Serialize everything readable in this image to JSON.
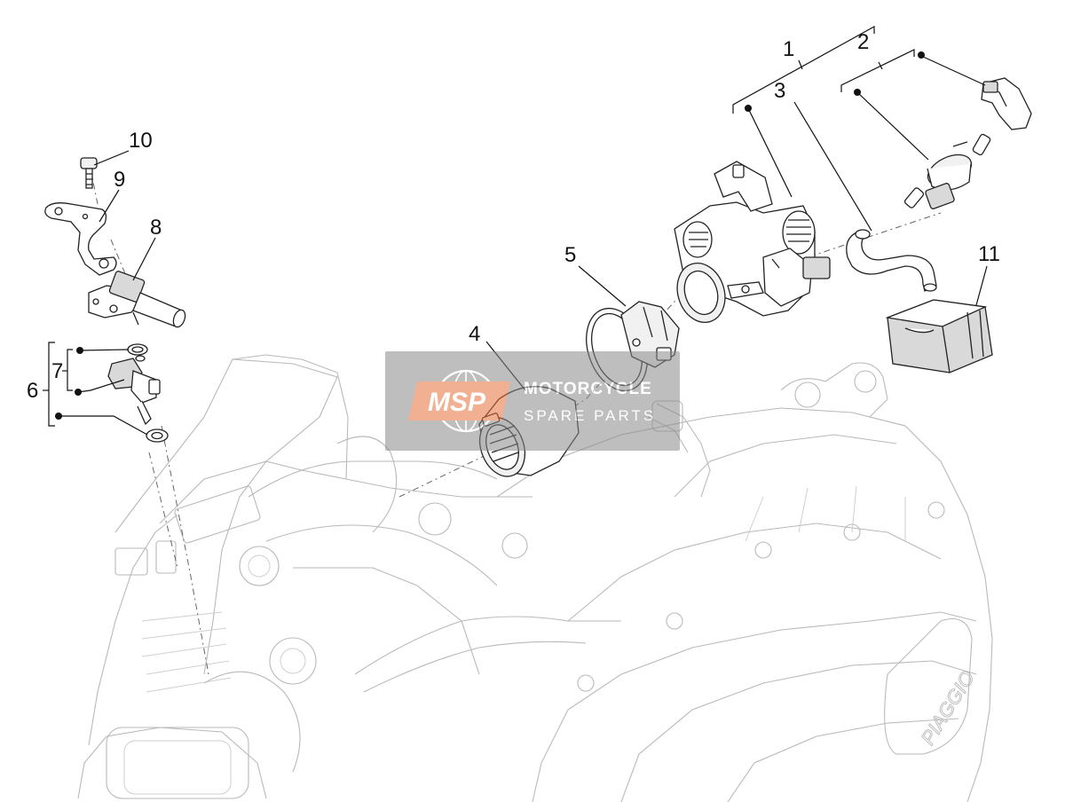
{
  "callouts": [
    "1",
    "2",
    "3",
    "4",
    "5",
    "6",
    "7",
    "8",
    "9",
    "10",
    "11"
  ],
  "watermark": {
    "brand": "MSP",
    "title": "MOTORCYCLE",
    "subtitle": "SPARE PARTS"
  },
  "engine_logo": "PIAGGIO",
  "colors": {
    "line": "#111111",
    "ghost_engine": "#b9b9b9",
    "watermark_box": "#8a8a8a",
    "watermark_accent": "#e8703a"
  }
}
